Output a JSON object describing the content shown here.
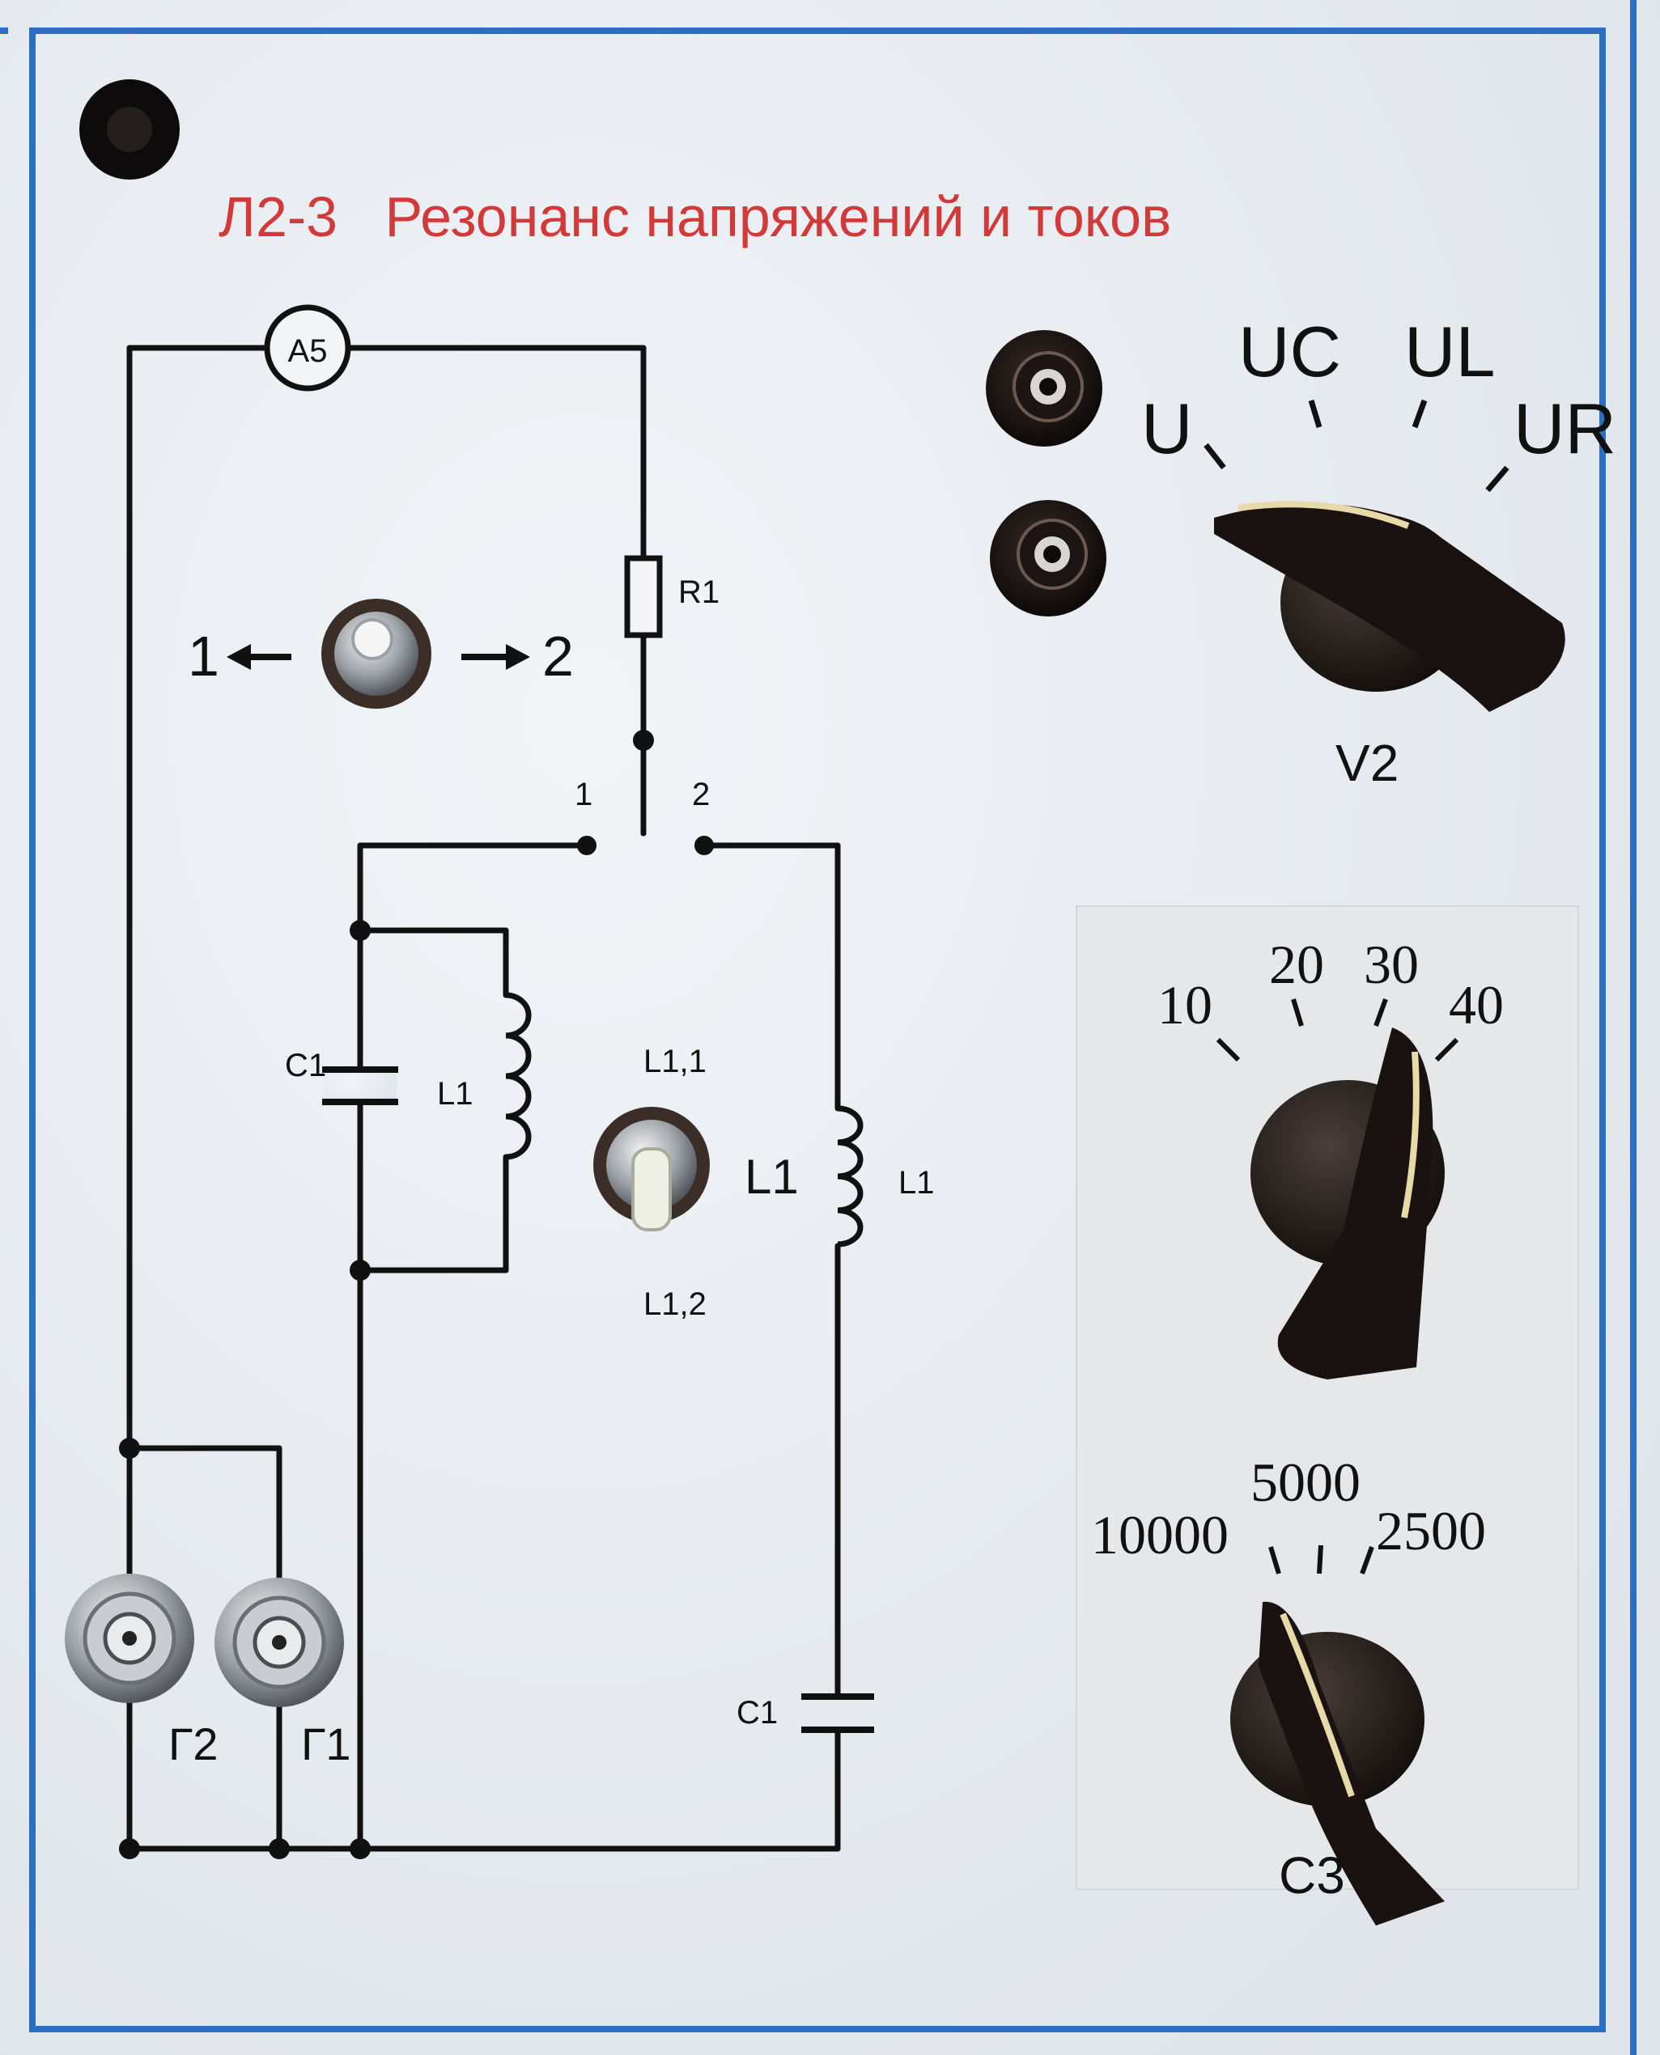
{
  "panel": {
    "title": "Л2-3   Резонанс напряжений и токов",
    "title_color": "#d23a3a",
    "border_color": "#2a6fc0"
  },
  "schematic": {
    "ammeter": "A5",
    "resistor": "R1",
    "toggle_left": "1",
    "toggle_right": "2",
    "switch_pos_1": "1",
    "switch_pos_2": "2",
    "capacitor_left": "C1",
    "inductor_left": "L1",
    "inductor_right": "L1",
    "capacitor_right": "C1",
    "tap_top": "L1,1",
    "tap_center": "L1",
    "tap_bottom": "L1,2",
    "generator_2": "Г2",
    "generator_1": "Г1"
  },
  "v2_selector": {
    "positions": [
      "U",
      "UC",
      "UL",
      "UR"
    ],
    "name": "V2"
  },
  "c_selector": {
    "positions": [
      "10",
      "20",
      "30",
      "40"
    ]
  },
  "freq_selector": {
    "positions": [
      "10000",
      "5000",
      "2500"
    ],
    "name": "C3"
  }
}
